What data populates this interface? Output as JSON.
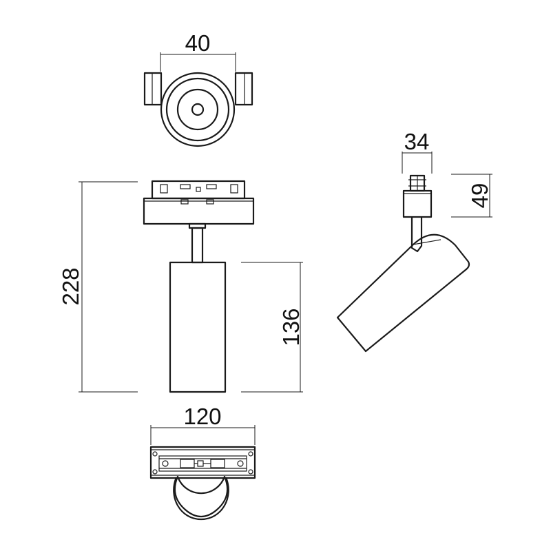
{
  "dimensions": {
    "top_width": "40",
    "side_width": "34",
    "side_height": "49",
    "overall_height": "228",
    "body_height": "136",
    "base_width": "120"
  },
  "colors": {
    "line": "#1a1a1a",
    "background": "#ffffff"
  }
}
